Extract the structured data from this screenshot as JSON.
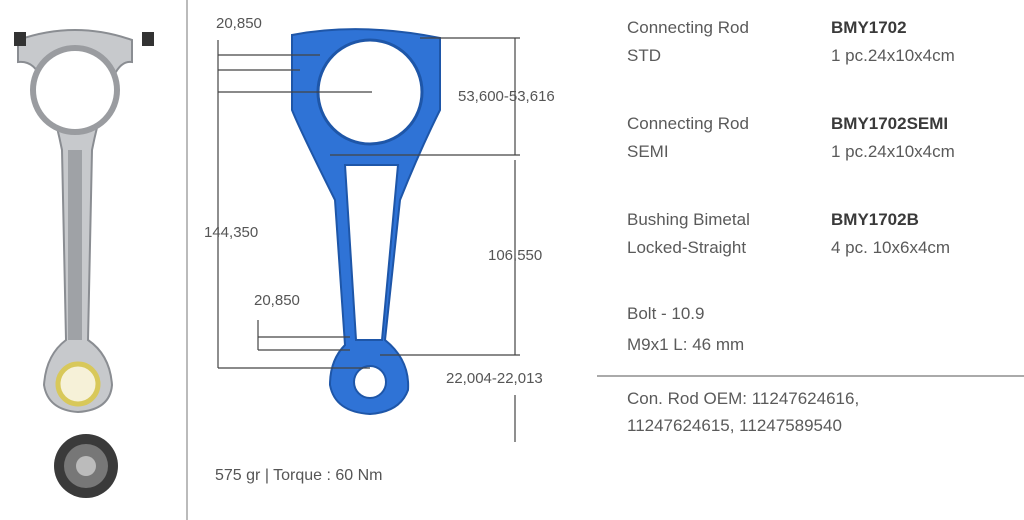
{
  "dimensions": {
    "small_end_offset": "20,850",
    "big_end_bore": "53,600-53,616",
    "center_distance": "144,350",
    "beam_length": "106,550",
    "small_end_width": "20,850",
    "small_end_bore": "22,004-22,013"
  },
  "footer": "575 gr | Torque : 60 Nm",
  "products": [
    {
      "name_line1": "Connecting Rod",
      "name_line2": "STD",
      "code": "BMY1702",
      "pack": "1 pc.24x10x4cm"
    },
    {
      "name_line1": "Connecting Rod",
      "name_line2": "SEMI",
      "code": "BMY1702SEMI",
      "pack": "1 pc.24x10x4cm"
    },
    {
      "name_line1": "Bushing Bimetal",
      "name_line2": "Locked-Straight",
      "code": "BMY1702B",
      "pack": "4 pc. 10x6x4cm"
    }
  ],
  "bolt": {
    "line1": "Bolt - 10.9",
    "line2": "M9x1 L: 46 mm"
  },
  "oem": {
    "line1": "Con. Rod OEM: 11247624616,",
    "line2": "11247624615, 11247589540"
  },
  "colors": {
    "rod_blue": "#2f73d6",
    "text": "#5a5a5a"
  }
}
